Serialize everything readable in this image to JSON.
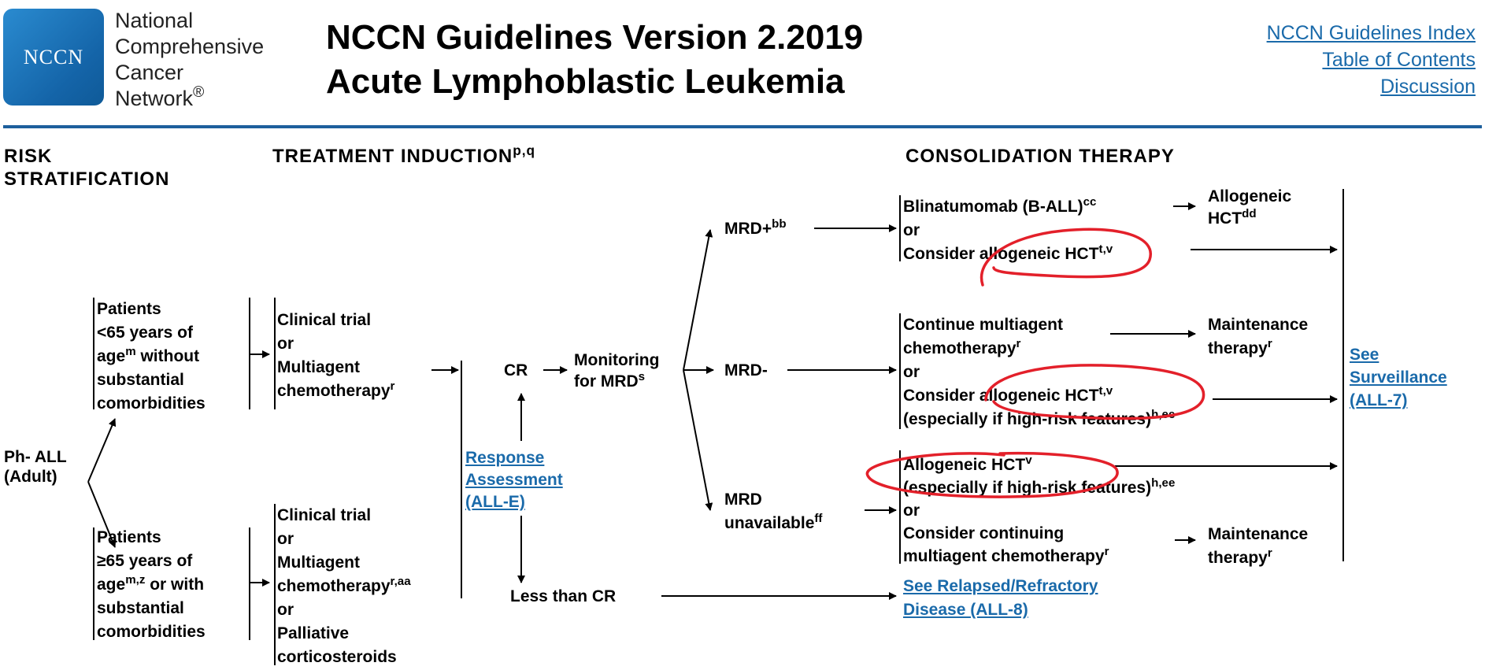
{
  "header": {
    "logo_badge": "NCCN",
    "logo_lines": [
      "National",
      "Comprehensive",
      "Cancer",
      "Network"
    ],
    "logo_reg": "®",
    "title_line1": "NCCN Guidelines Version 2.2019",
    "title_line2": "Acute Lymphoblastic Leukemia",
    "links": [
      "NCCN Guidelines Index",
      "Table of Contents",
      "Discussion"
    ]
  },
  "columns": {
    "risk": [
      "RISK",
      "STRATIFICATION"
    ],
    "induction": "TREATMENT INDUCTION",
    "induction_sup": "p,q",
    "consolidation": "CONSOLIDATION THERAPY"
  },
  "nodes": {
    "ph_all": [
      "Ph- ALL",
      "(Adult)"
    ],
    "young": {
      "l1": "Patients",
      "l2": "<65 years of",
      "l3a": "age",
      "l3sup": "m",
      "l3b": " without",
      "l4": "substantial",
      "l5": "comorbidities"
    },
    "old": {
      "l1": "Patients",
      "l2": "≥65 years of",
      "l3a": "age",
      "l3sup": "m,z",
      "l3b": " or with",
      "l4": "substantial",
      "l5": "comorbidities"
    },
    "ind_young": {
      "l1": "Clinical trial",
      "l2": "or",
      "l3": "Multiagent",
      "l4": "chemotherapy",
      "l4sup": "r"
    },
    "ind_old": {
      "l1": "Clinical trial",
      "l2": "or",
      "l3": "Multiagent",
      "l4": "chemotherapy",
      "l4sup": "r,aa",
      "l5": "or",
      "l6": "Palliative",
      "l7": "corticosteroids"
    },
    "response": [
      "Response",
      "Assessment",
      "(ALL-E)"
    ],
    "cr": "CR",
    "monitoring": {
      "l1": "Monitoring",
      "l2": "for MRD",
      "l2sup": "s"
    },
    "less_than_cr": "Less than CR",
    "mrd_pos": {
      "label": "MRD+",
      "sup": "bb"
    },
    "mrd_neg": "MRD-",
    "mrd_unavail": {
      "l1": "MRD",
      "l2": "unavailable",
      "l2sup": "ff"
    },
    "pos_therapy": {
      "l1": "Blinatumomab (B-ALL)",
      "l1sup": "cc",
      "l2": "or",
      "l3": "Consider allogeneic HCT",
      "l3sup": "t,v"
    },
    "pos_result": {
      "l1": "Allogeneic",
      "l2": "HCT",
      "l2sup": "dd"
    },
    "neg_therapy": {
      "l1": "Continue multiagent",
      "l2": "chemotherapy",
      "l2sup": "r",
      "l3": "or",
      "l4": "Consider allogeneic HCT",
      "l4sup": "t,v",
      "l5": "(especially if high-risk features)",
      "l5sup": "h,ee"
    },
    "neg_result": {
      "l1": "Maintenance",
      "l2": "therapy",
      "l2sup": "r"
    },
    "un_therapy": {
      "l1": "Allogeneic HCT",
      "l1sup": "v",
      "l2": "(especially if high-risk features)",
      "l2sup": "h,ee",
      "l3": "or",
      "l4": "Consider continuing",
      "l5": "multiagent chemotherapy",
      "l5sup": "r"
    },
    "un_result": {
      "l1": "Maintenance",
      "l2": "therapy",
      "l2sup": "r"
    },
    "relapsed_link": [
      "See Relapsed/Refractory",
      "Disease (ALL-8)"
    ],
    "surveillance_link": [
      "See",
      "Surveillance",
      "(ALL-7)"
    ]
  },
  "colors": {
    "link": "#1a6aaa",
    "rule": "#1d5f9c",
    "annotation": "#e3202a"
  }
}
